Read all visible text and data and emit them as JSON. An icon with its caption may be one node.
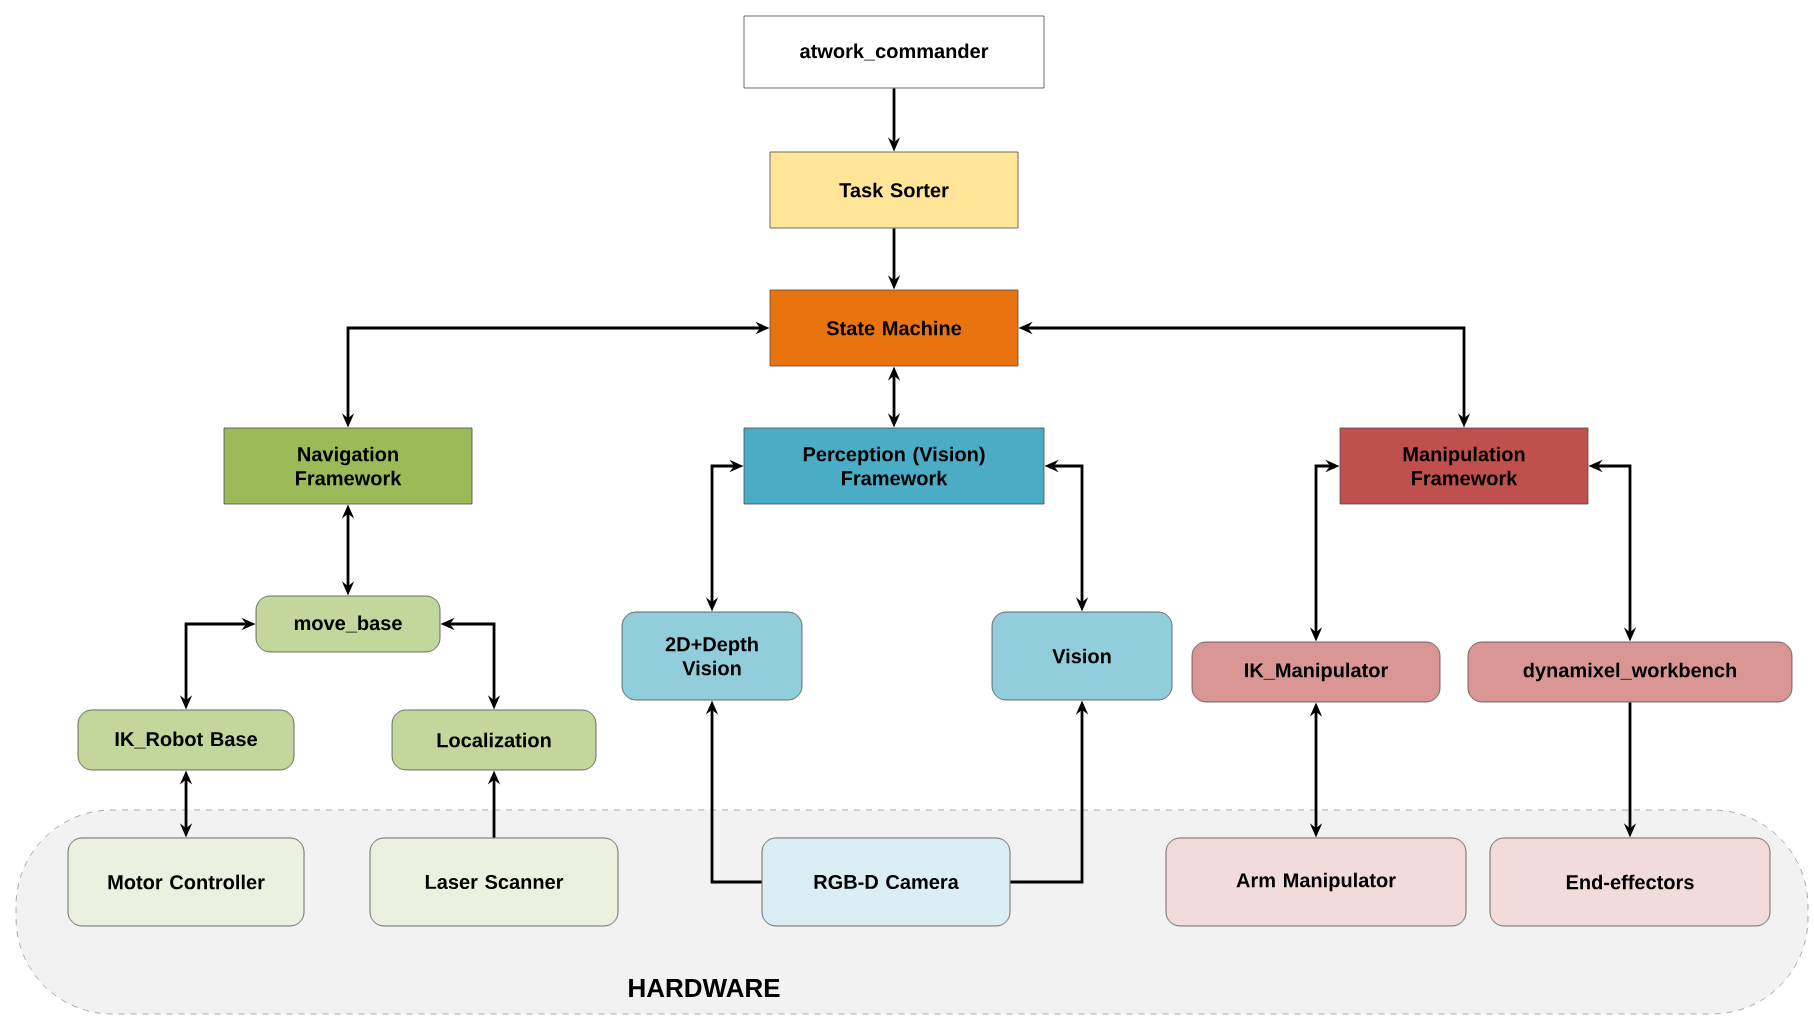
{
  "diagram": {
    "nodes": [
      {
        "text": [
          "atwork_commander"
        ]
      },
      {
        "text": [
          "Task Sorter"
        ]
      },
      {
        "text": [
          "State Machine"
        ]
      },
      {
        "text": [
          "Navigation Framework"
        ]
      },
      {
        "text": [
          "Perception (Vision) Framework"
        ]
      },
      {
        "text": [
          "Manipulation Framework"
        ]
      },
      {
        "text": [
          "move_base"
        ]
      },
      {
        "text": [
          "2D+Depth Vision"
        ]
      },
      {
        "text": [
          "Vision"
        ]
      },
      {
        "text": [
          "IK_Manipulator"
        ]
      },
      {
        "text": [
          "dynamixel_workbench"
        ]
      },
      {
        "text": [
          "IK_Robot Base"
        ]
      },
      {
        "text": [
          "Localization"
        ]
      },
      {
        "text": [
          "HARDWARE"
        ]
      },
      {
        "text": [
          "Motor Controller"
        ],
        "in": 13
      },
      {
        "text": [
          "Laser Scanner"
        ],
        "in": 13
      },
      {
        "text": [
          "RGB-D Camera"
        ],
        "in": 13
      },
      {
        "text": [
          "Arm Manipulator"
        ],
        "in": 13
      },
      {
        "text": [
          "End-effectors"
        ],
        "in": 13
      }
    ],
    "edges": [
      {
        "from": 0,
        "to": 1,
        "arrow": "to"
      },
      {
        "from": 1,
        "to": 2,
        "arrow": "to"
      },
      {
        "from": 2,
        "to": 3,
        "arrow": "both"
      },
      {
        "from": 2,
        "to": 4,
        "arrow": "both"
      },
      {
        "from": 2,
        "to": 5,
        "arrow": "both"
      },
      {
        "from": 3,
        "to": 6,
        "arrow": "both"
      },
      {
        "from": 4,
        "to": 7,
        "arrow": "both"
      },
      {
        "from": 4,
        "to": 8,
        "arrow": "both"
      },
      {
        "from": 5,
        "to": 9,
        "arrow": "both"
      },
      {
        "from": 5,
        "to": 10,
        "arrow": "both"
      },
      {
        "from": 6,
        "to": 11,
        "arrow": "both"
      },
      {
        "from": 6,
        "to": 12,
        "arrow": "both"
      },
      {
        "from": 11,
        "to": 14,
        "arrow": "both"
      },
      {
        "from": 15,
        "to": 12,
        "arrow": "to"
      },
      {
        "from": 16,
        "to": 7,
        "arrow": "to"
      },
      {
        "from": 16,
        "to": 8,
        "arrow": "to"
      },
      {
        "from": 9,
        "to": 17,
        "arrow": "both"
      },
      {
        "from": 10,
        "to": 18,
        "arrow": "to"
      }
    ]
  }
}
